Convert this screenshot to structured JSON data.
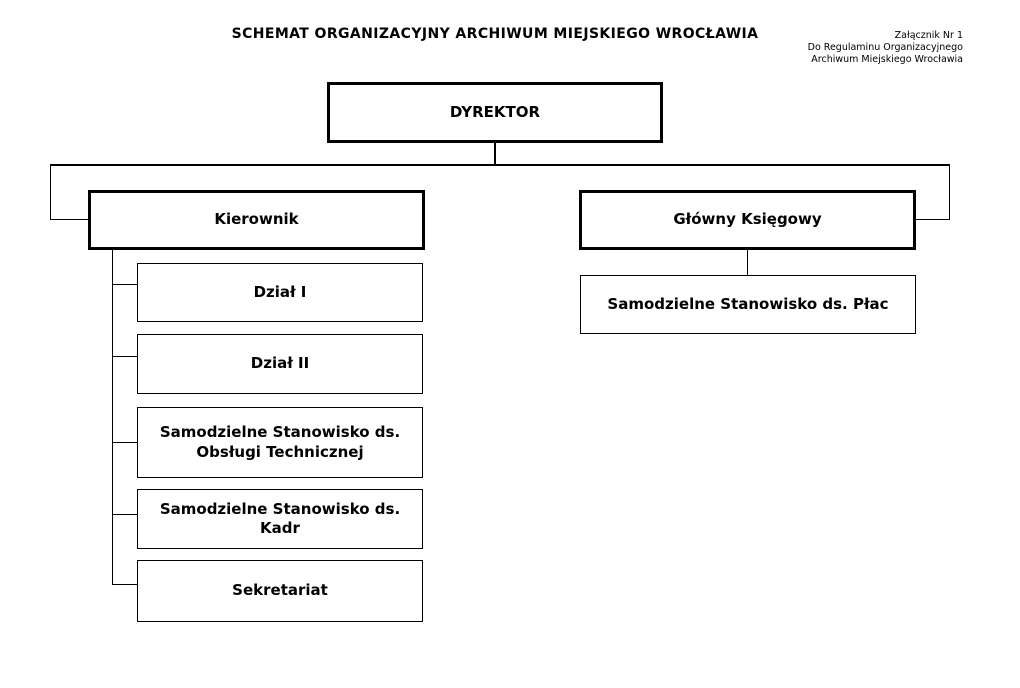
{
  "title": "SCHEMAT ORGANIZACYJNY ARCHIWUM MIEJSKIEGO WROCŁAWIA",
  "attachment_note": {
    "lines": [
      "Załącznik Nr 1",
      "Do Regulaminu Organizacyjnego",
      "Archiwum Miejskiego Wrocławia"
    ]
  },
  "org": {
    "director": {
      "label": "DYREKTOR"
    },
    "manager": {
      "label": "Kierownik"
    },
    "chief_accountant": {
      "label": "Główny Księgowy"
    },
    "manager_children": [
      {
        "label": "Dział I"
      },
      {
        "label": "Dział II"
      },
      {
        "label": "Samodzielne Stanowisko ds. Obsługi Technicznej"
      },
      {
        "label": "Samodzielne Stanowisko ds. Kadr"
      },
      {
        "label": "Sekretariat"
      }
    ],
    "accountant_children": [
      {
        "label": "Samodzielne Stanowisko ds. Płac"
      }
    ]
  },
  "colors": {
    "background": "#ffffff",
    "line": "#000000",
    "text": "#000000"
  }
}
